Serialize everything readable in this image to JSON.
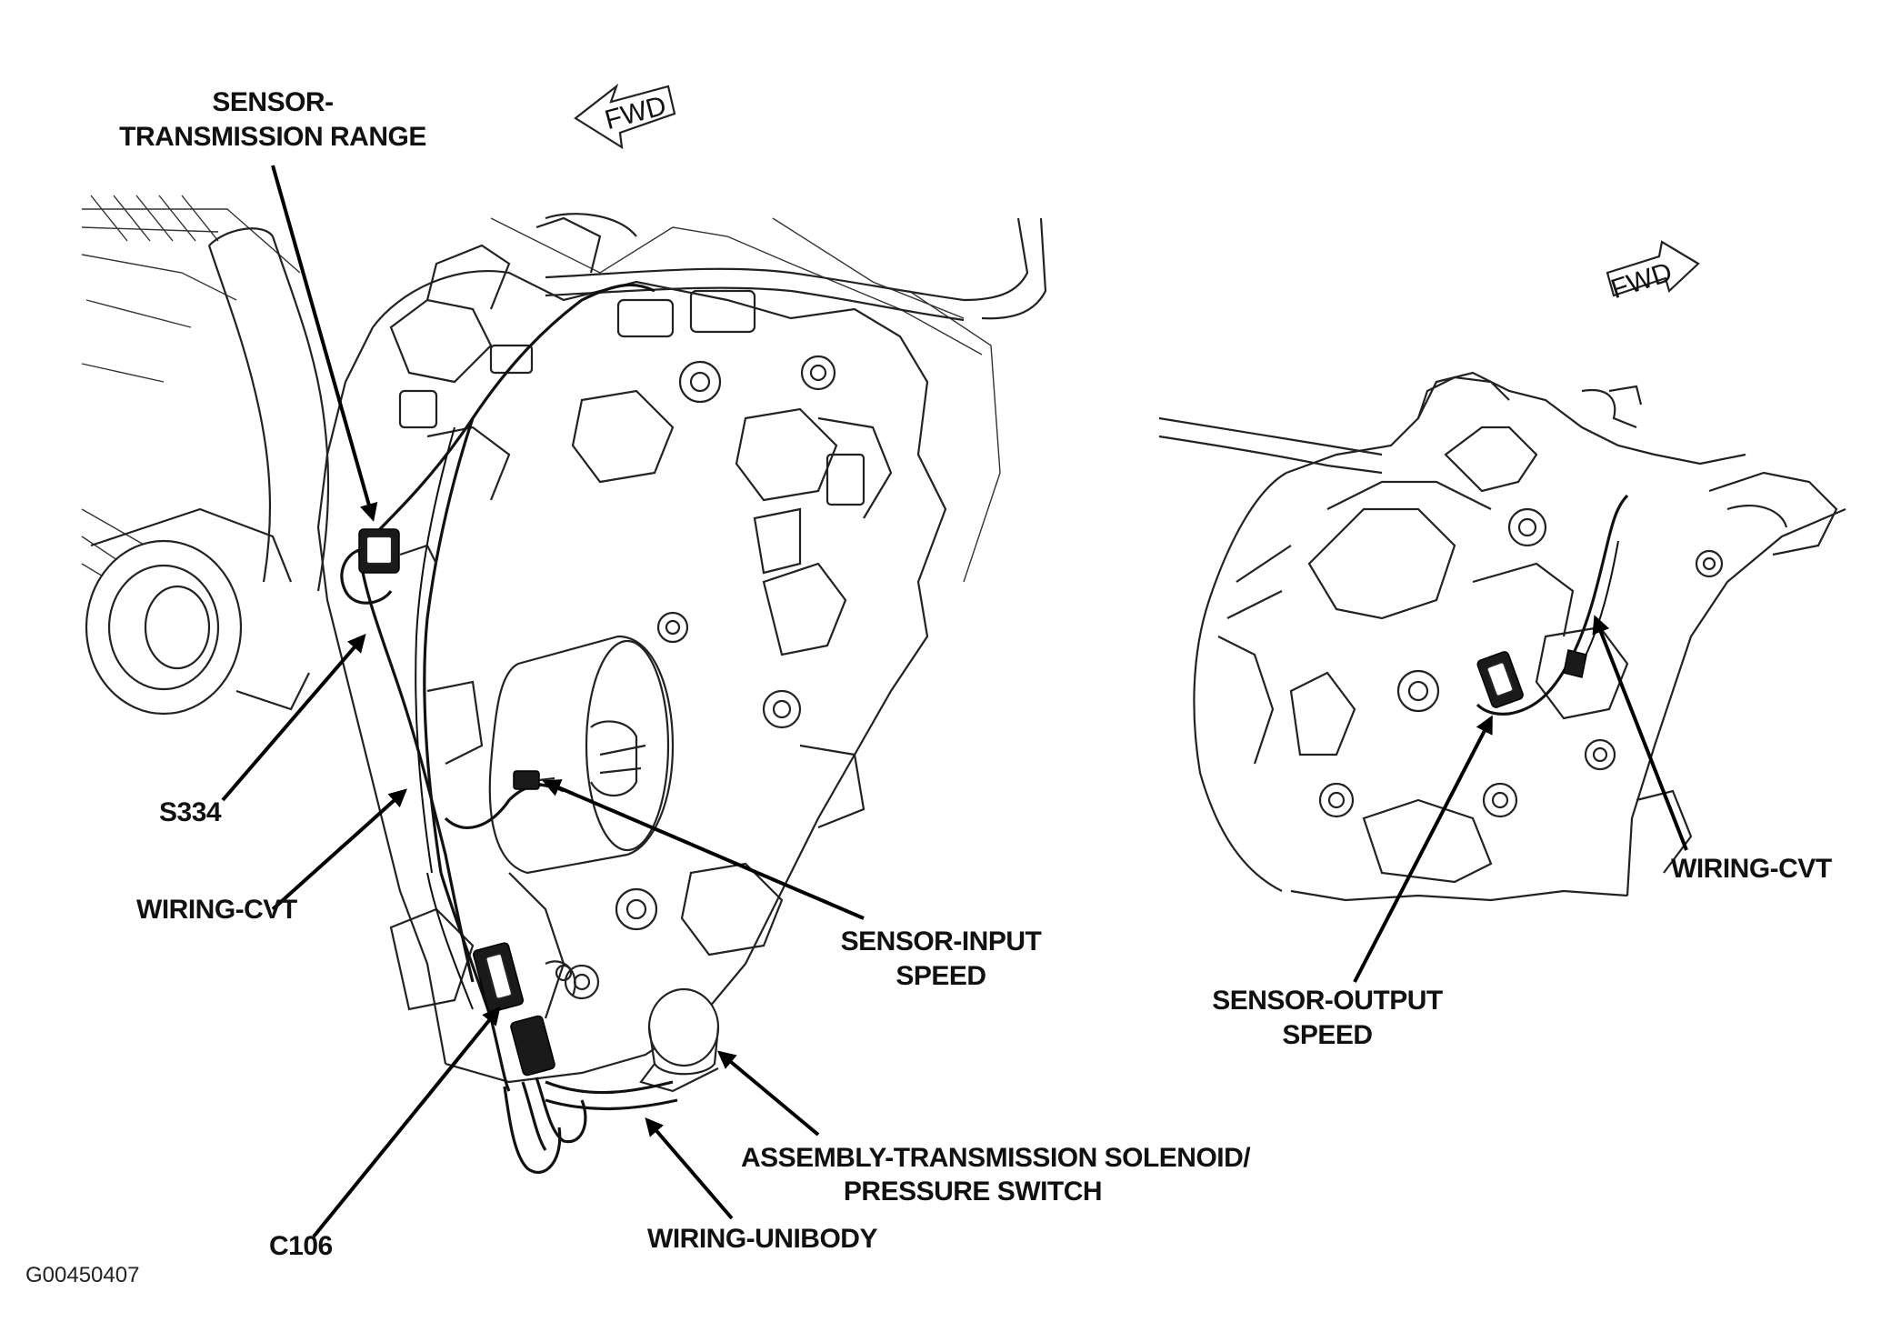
{
  "labels": {
    "sensor_trans_range": [
      "SENSOR-",
      "TRANSMISSION RANGE"
    ],
    "s334": "S334",
    "wiring_cvt_left": "WIRING-CVT",
    "c106": "C106",
    "wiring_unibody": "WIRING-UNIBODY",
    "assembly_solenoid": [
      "ASSEMBLY-TRANSMISSION SOLENOID/",
      "PRESSURE SWITCH"
    ],
    "sensor_input_speed": [
      "SENSOR-INPUT",
      "SPEED"
    ],
    "sensor_output_speed": [
      "SENSOR-OUTPUT",
      "SPEED"
    ],
    "wiring_cvt_right": "WIRING-CVT"
  },
  "fwd_left": "FWD",
  "fwd_right": "FWD",
  "figure_id": "G00450407",
  "icons": [
    "fwd-arrow-icon",
    "fwd-arrow-icon"
  ]
}
